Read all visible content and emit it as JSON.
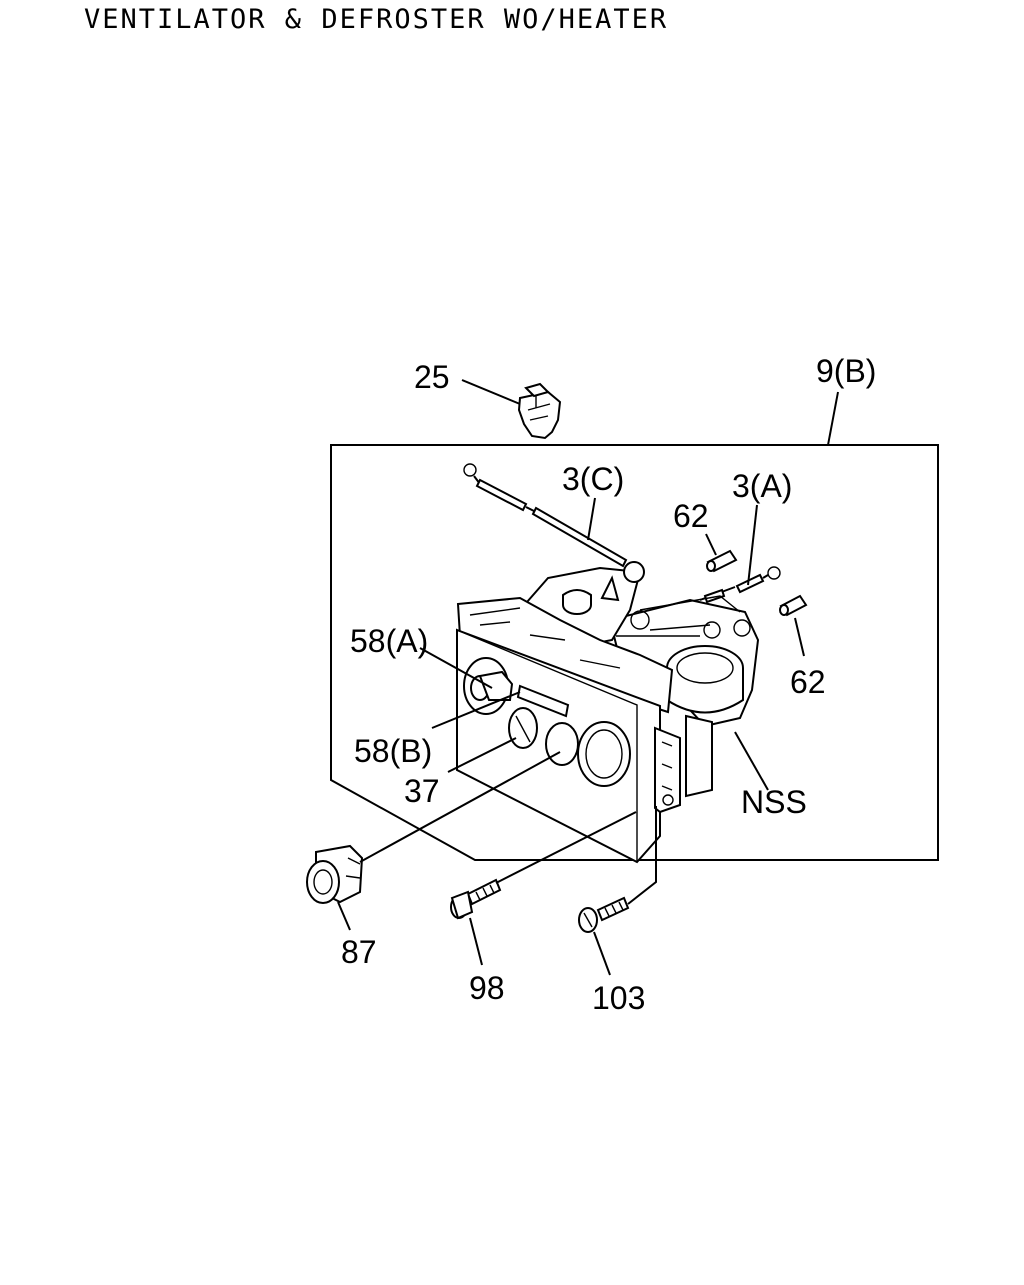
{
  "title": "VENTILATOR & DEFROSTER WO/HEATER",
  "labels": {
    "p25": "25",
    "p9b": "9(B)",
    "p3c": "3(C)",
    "p3a": "3(A)",
    "p62_top": "62",
    "p62_right": "62",
    "p58a": "58(A)",
    "p58b": "58(B)",
    "p37": "37",
    "nss": "NSS",
    "p87": "87",
    "p98": "98",
    "p103": "103"
  }
}
